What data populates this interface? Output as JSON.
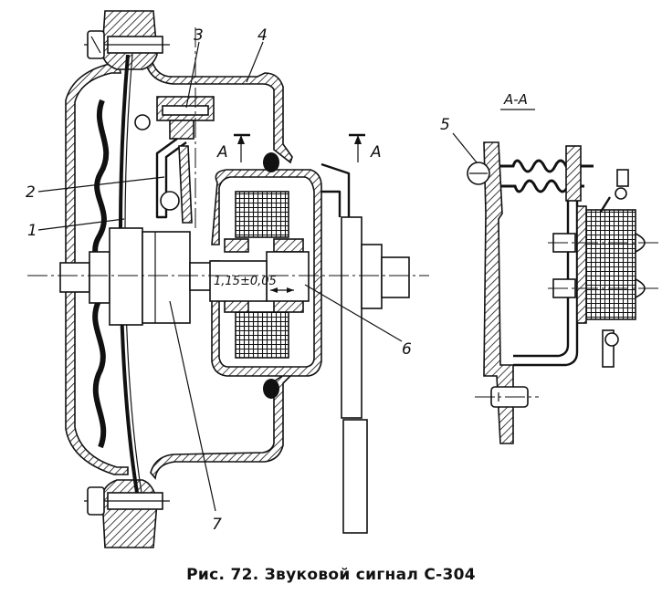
{
  "figure": {
    "caption": "Рис. 72. Звуковой сигнал С-304",
    "section_title": "А-А",
    "section_mark_left": "А",
    "section_mark_right": "А",
    "dimension": "1,15±0,05",
    "callouts": {
      "c1": "1",
      "c2": "2",
      "c3": "3",
      "c4": "4",
      "c5": "5",
      "c6": "6",
      "c7": "7"
    }
  },
  "colors": {
    "ink": "#111111",
    "paper": "#ffffff"
  }
}
